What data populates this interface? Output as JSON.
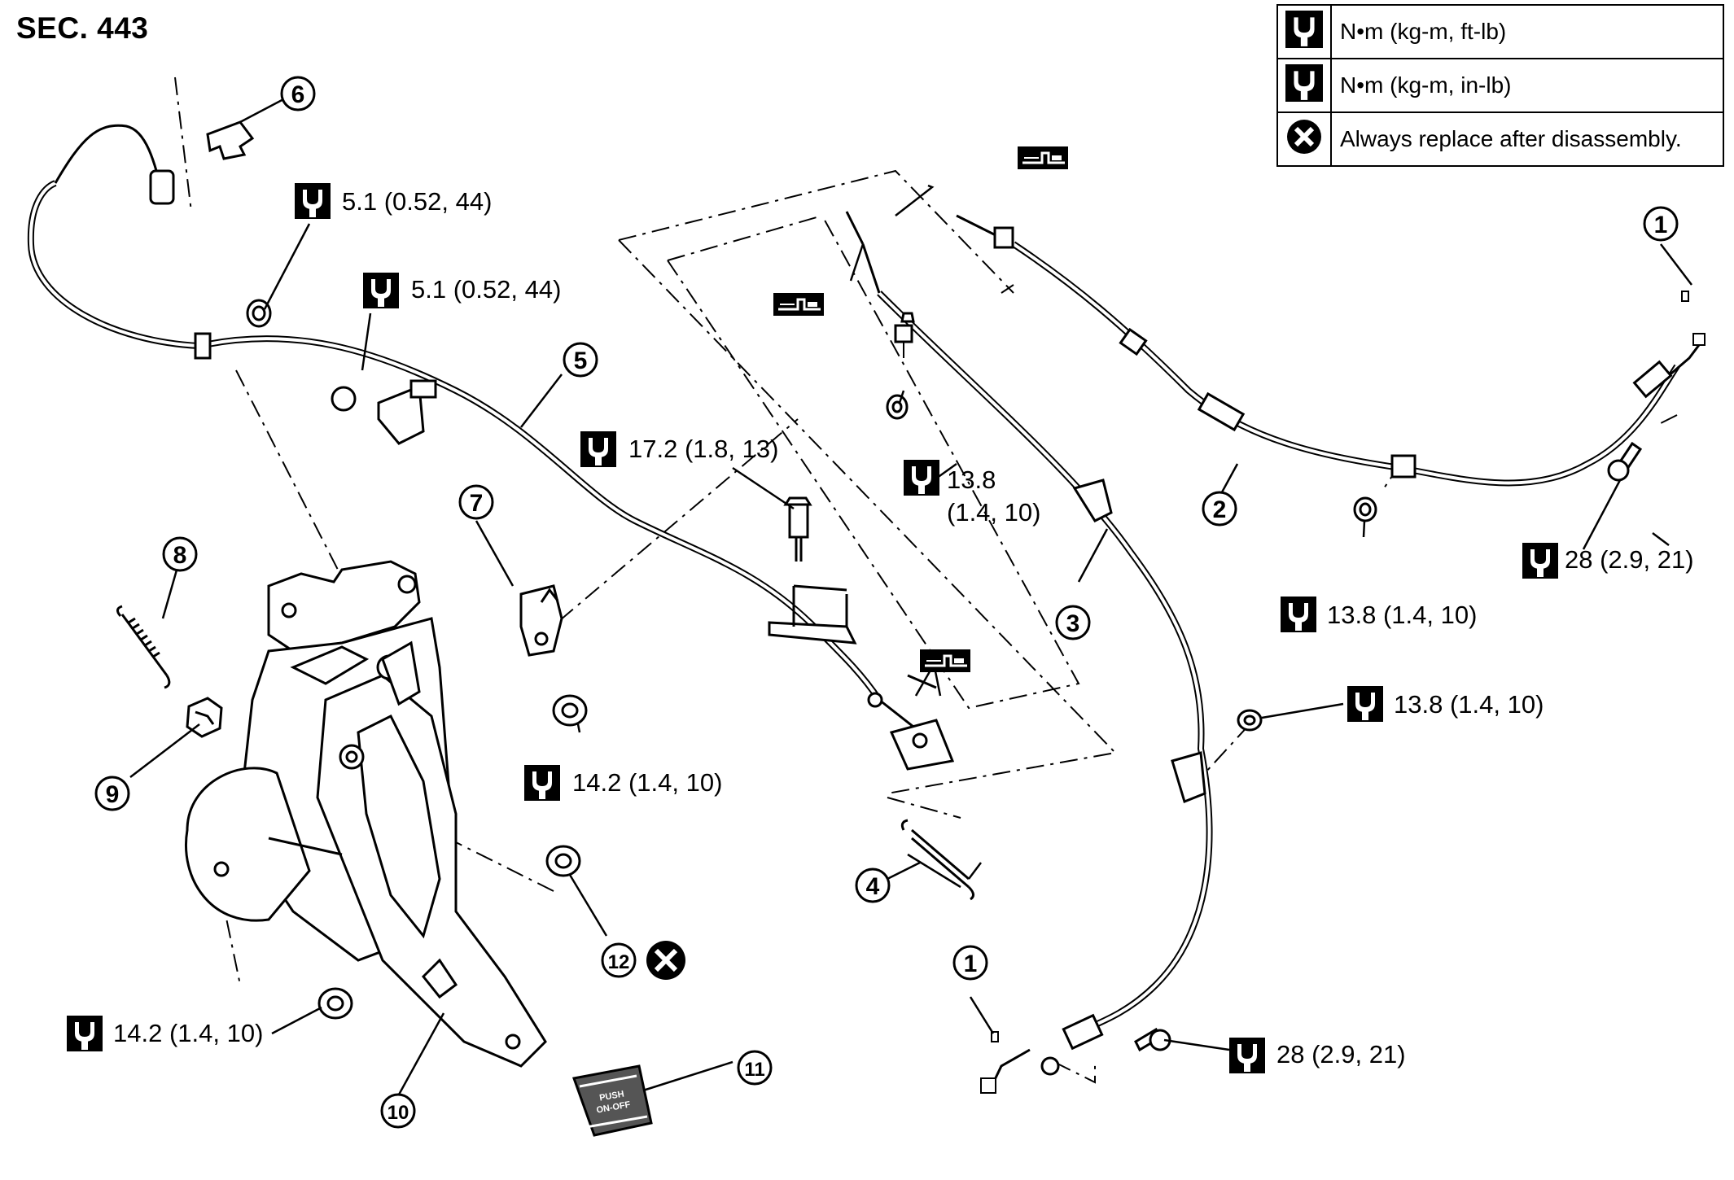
{
  "section": "SEC. 443",
  "legend": [
    {
      "icon": "torque-wrench-icon",
      "text": "N•m (kg-m, ft-lb)"
    },
    {
      "icon": "torque-wrench-inlb-icon",
      "text": "N•m (kg-m, in-lb)"
    },
    {
      "icon": "always-replace-icon",
      "text": "Always replace after disassembly."
    }
  ],
  "callouts": [
    "1",
    "2",
    "3",
    "4",
    "5",
    "6",
    "7",
    "8",
    "9",
    "10",
    "11",
    "12"
  ],
  "torques": [
    {
      "id": "t1",
      "text": "5.1 (0.52, 44)"
    },
    {
      "id": "t2",
      "text": "5.1 (0.52, 44)"
    },
    {
      "id": "t3",
      "text": "17.2 (1.8, 13)"
    },
    {
      "id": "t4a",
      "text": "13.8"
    },
    {
      "id": "t4b",
      "text": "(1.4, 10)"
    },
    {
      "id": "t5",
      "text": "28 (2.9, 21)"
    },
    {
      "id": "t6",
      "text": "13.8 (1.4, 10)"
    },
    {
      "id": "t7",
      "text": "13.8 (1.4, 10)"
    },
    {
      "id": "t8",
      "text": "14.2 (1.4, 10)"
    },
    {
      "id": "t9",
      "text": "14.2 (1.4, 10)"
    },
    {
      "id": "t10",
      "text": "28 (2.9, 21)"
    }
  ],
  "pad_text": [
    "PUSH",
    "ON-OFF"
  ],
  "grease_icon": "grease-point-icon"
}
